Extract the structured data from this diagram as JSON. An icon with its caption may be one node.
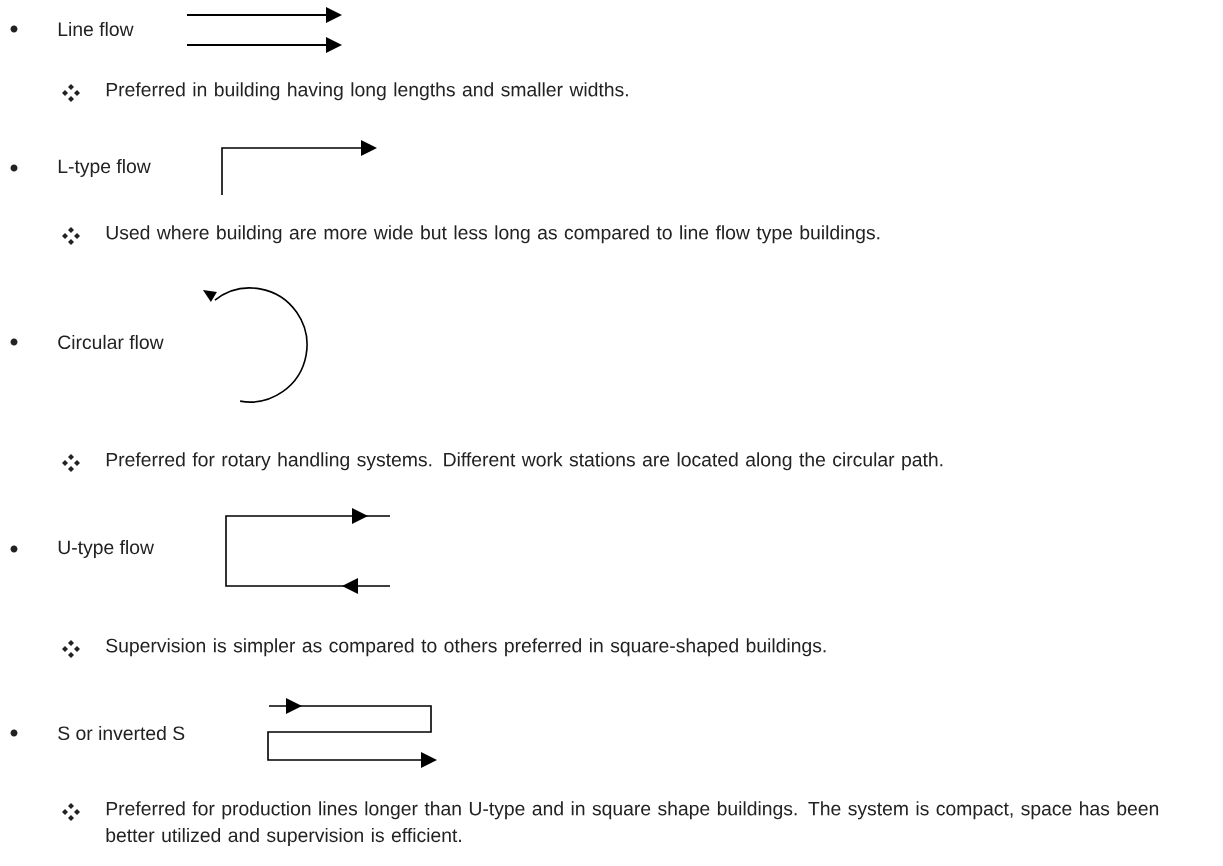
{
  "diagram": {
    "labels": [
      "Line flow",
      "Preferred in building having long lengths and smaller widths.",
      "L-type flow",
      "Used where building are more wide but less long as compared to line flow type buildings.",
      "Circular flow",
      "Preferred for rotary handling systems. Different work stations are located along the circular path.",
      "U-type flow",
      "Supervision is simpler as compared to others preferred in square-shaped buildings.",
      "S or inverted S",
      "Preferred for production lines longer than U-type and in square shape buildings. The system is compact, space has been better utilized and supervision is efficient."
    ]
  }
}
